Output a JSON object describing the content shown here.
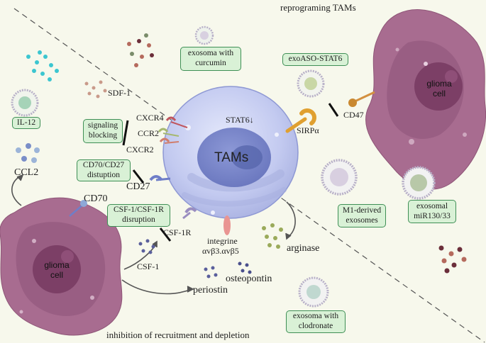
{
  "titles": {
    "top": "reprograming TAMs",
    "bottom": "inhibition of recruitment and depletion"
  },
  "center_cell": {
    "name": "TAMs",
    "marker": "STAT6↓"
  },
  "glioma_top": {
    "line1": "glioma",
    "line2": "cell"
  },
  "glioma_bottom": {
    "line1": "glioma",
    "line2": "cell"
  },
  "boxes": {
    "exosoma_curcumin": {
      "line1": "exosoma with",
      "line2": "curcumin"
    },
    "exoaso_stat6": {
      "line1": "exoASO-STAT6"
    },
    "il12": {
      "line1": "IL-12"
    },
    "signaling_blocking": {
      "line1": "signaling",
      "line2": "blocking"
    },
    "cd70_cd27": {
      "line1": "CD70/CD27",
      "line2": "distuption"
    },
    "csf1_csf1r": {
      "line1": "CSF-1/CSF-1R",
      "line2": "disruption"
    },
    "m1_exosomes": {
      "line1": "M1-derived",
      "line2": "exosomes"
    },
    "exosomal_mir": {
      "line1": "exosomal",
      "line2": "miR130/33"
    },
    "exosoma_clodronate": {
      "line1": "exosoma with",
      "line2": "clodronate"
    }
  },
  "labels": {
    "sdf1": "SDF-1",
    "cxcr4": "CXCR4",
    "ccr2": "CCR2",
    "cxcr2": "CXCR2",
    "cd27": "CD27",
    "ccl2": "CCL2",
    "cd70": "CD70",
    "csf1r": "CSF-1R",
    "csf1": "CSF-1",
    "integrine1": "integrine",
    "integrine2": "αvβ3.αvβ5",
    "sirpa": "SIRPα",
    "cd47": "CD47",
    "arginase": "arginase",
    "periostin": "periostin",
    "osteopontin": "osteopontin"
  },
  "colors": {
    "background": "#f7f8ec",
    "box_fill": "#d9f1d6",
    "box_border": "#3f8f55",
    "glioma": "#a86c90",
    "tams": "#c6cdf2"
  }
}
